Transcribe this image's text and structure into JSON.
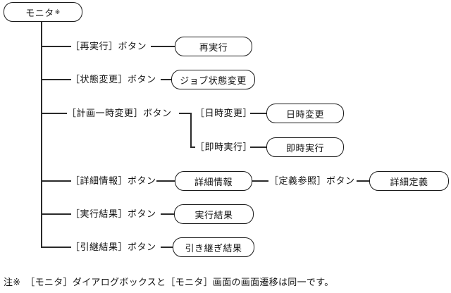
{
  "diagram": {
    "title_box": {
      "label": "モニタ",
      "note_mark": "※"
    },
    "rows": [
      {
        "button": "［再実行］ボタン",
        "screen": "再実行"
      },
      {
        "button": "［状態変更］ボタン",
        "screen": "ジョブ状態変更"
      },
      {
        "button": "［計画一時変更］ボタン",
        "children": [
          {
            "button": "［日時変更］",
            "screen": "日時変更"
          },
          {
            "button": "［即時実行］",
            "screen": "即時実行"
          }
        ]
      },
      {
        "button": "［詳細情報］ボタン",
        "screen": "詳細情報",
        "next_button": "［定義参照］ボタン",
        "next_screen": "詳細定義"
      },
      {
        "button": "［実行結果］ボタン",
        "screen": "実行結果"
      },
      {
        "button": "［引継結果］ボタン",
        "screen": "引き継ぎ結果"
      }
    ],
    "footnote": "注※　［モニタ］ダイアログボックスと［モニタ］画面の画面遷移は同一です。"
  }
}
